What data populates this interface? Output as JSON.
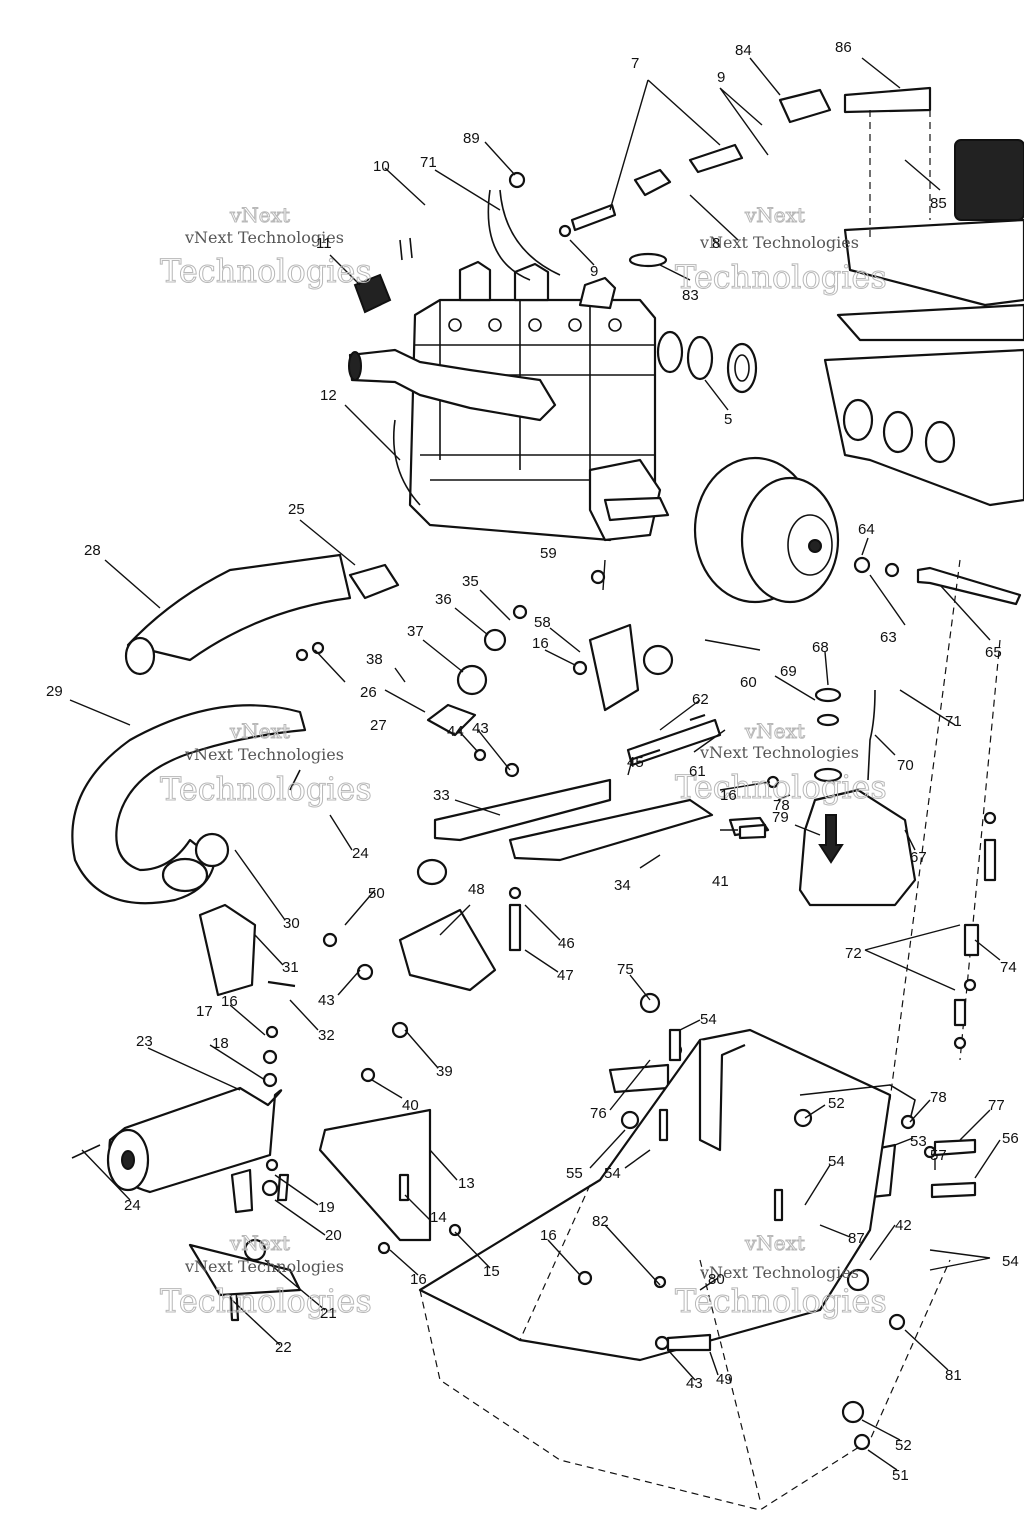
{
  "watermark": {
    "line1": "vNext",
    "line2": "vNext Technologies",
    "line3": "Technologies"
  },
  "callouts": [
    {
      "id": "86",
      "label": "86"
    },
    {
      "id": "84",
      "label": "84"
    },
    {
      "id": "7",
      "label": "7"
    },
    {
      "id": "9a",
      "label": "9"
    },
    {
      "id": "89",
      "label": "89"
    },
    {
      "id": "10",
      "label": "10"
    },
    {
      "id": "71a",
      "label": "71"
    },
    {
      "id": "11",
      "label": "11"
    },
    {
      "id": "85",
      "label": "85"
    },
    {
      "id": "8",
      "label": "8"
    },
    {
      "id": "9b",
      "label": "9"
    },
    {
      "id": "83",
      "label": "83"
    },
    {
      "id": "5",
      "label": "5"
    },
    {
      "id": "12",
      "label": "12"
    },
    {
      "id": "25",
      "label": "25"
    },
    {
      "id": "28",
      "label": "28"
    },
    {
      "id": "59",
      "label": "59"
    },
    {
      "id": "64",
      "label": "64"
    },
    {
      "id": "35",
      "label": "35"
    },
    {
      "id": "36",
      "label": "36"
    },
    {
      "id": "58",
      "label": "58"
    },
    {
      "id": "16a",
      "label": "16"
    },
    {
      "id": "37",
      "label": "37"
    },
    {
      "id": "63",
      "label": "63"
    },
    {
      "id": "65",
      "label": "65"
    },
    {
      "id": "68",
      "label": "68"
    },
    {
      "id": "60",
      "label": "60"
    },
    {
      "id": "69",
      "label": "69"
    },
    {
      "id": "26",
      "label": "26"
    },
    {
      "id": "38",
      "label": "38"
    },
    {
      "id": "27",
      "label": "27"
    },
    {
      "id": "29",
      "label": "29"
    },
    {
      "id": "71b",
      "label": "71"
    },
    {
      "id": "62",
      "label": "62"
    },
    {
      "id": "44",
      "label": "44"
    },
    {
      "id": "43a",
      "label": "43"
    },
    {
      "id": "70",
      "label": "70"
    },
    {
      "id": "61",
      "label": "61"
    },
    {
      "id": "45",
      "label": "45"
    },
    {
      "id": "16b",
      "label": "16"
    },
    {
      "id": "78a",
      "label": "78"
    },
    {
      "id": "33",
      "label": "33"
    },
    {
      "id": "79",
      "label": "79"
    },
    {
      "id": "24a",
      "label": "24"
    },
    {
      "id": "41",
      "label": "41"
    },
    {
      "id": "67",
      "label": "67"
    },
    {
      "id": "34",
      "label": "34"
    },
    {
      "id": "30",
      "label": "30"
    },
    {
      "id": "50",
      "label": "50"
    },
    {
      "id": "48",
      "label": "48"
    },
    {
      "id": "46",
      "label": "46"
    },
    {
      "id": "31",
      "label": "31"
    },
    {
      "id": "72",
      "label": "72"
    },
    {
      "id": "47",
      "label": "47"
    },
    {
      "id": "74",
      "label": "74"
    },
    {
      "id": "43b",
      "label": "43"
    },
    {
      "id": "75",
      "label": "75"
    },
    {
      "id": "32",
      "label": "32"
    },
    {
      "id": "16c",
      "label": "16"
    },
    {
      "id": "17",
      "label": "17"
    },
    {
      "id": "54a",
      "label": "54"
    },
    {
      "id": "23",
      "label": "23"
    },
    {
      "id": "18",
      "label": "18"
    },
    {
      "id": "39",
      "label": "39"
    },
    {
      "id": "76",
      "label": "76"
    },
    {
      "id": "40",
      "label": "40"
    },
    {
      "id": "52a",
      "label": "52"
    },
    {
      "id": "78b",
      "label": "78"
    },
    {
      "id": "77",
      "label": "77"
    },
    {
      "id": "53",
      "label": "53"
    },
    {
      "id": "56",
      "label": "56"
    },
    {
      "id": "57",
      "label": "57"
    },
    {
      "id": "13",
      "label": "13"
    },
    {
      "id": "55",
      "label": "55"
    },
    {
      "id": "54b",
      "label": "54"
    },
    {
      "id": "54c",
      "label": "54"
    },
    {
      "id": "24b",
      "label": "24"
    },
    {
      "id": "19",
      "label": "19"
    },
    {
      "id": "14",
      "label": "14"
    },
    {
      "id": "20",
      "label": "20"
    },
    {
      "id": "87",
      "label": "87"
    },
    {
      "id": "42",
      "label": "42"
    },
    {
      "id": "54d",
      "label": "54"
    },
    {
      "id": "16d",
      "label": "16"
    },
    {
      "id": "82",
      "label": "82"
    },
    {
      "id": "15",
      "label": "15"
    },
    {
      "id": "16e",
      "label": "16"
    },
    {
      "id": "80",
      "label": "80"
    },
    {
      "id": "21",
      "label": "21"
    },
    {
      "id": "22",
      "label": "22"
    },
    {
      "id": "81",
      "label": "81"
    },
    {
      "id": "43c",
      "label": "43"
    },
    {
      "id": "49",
      "label": "49"
    },
    {
      "id": "52b",
      "label": "52"
    },
    {
      "id": "51",
      "label": "51"
    }
  ]
}
